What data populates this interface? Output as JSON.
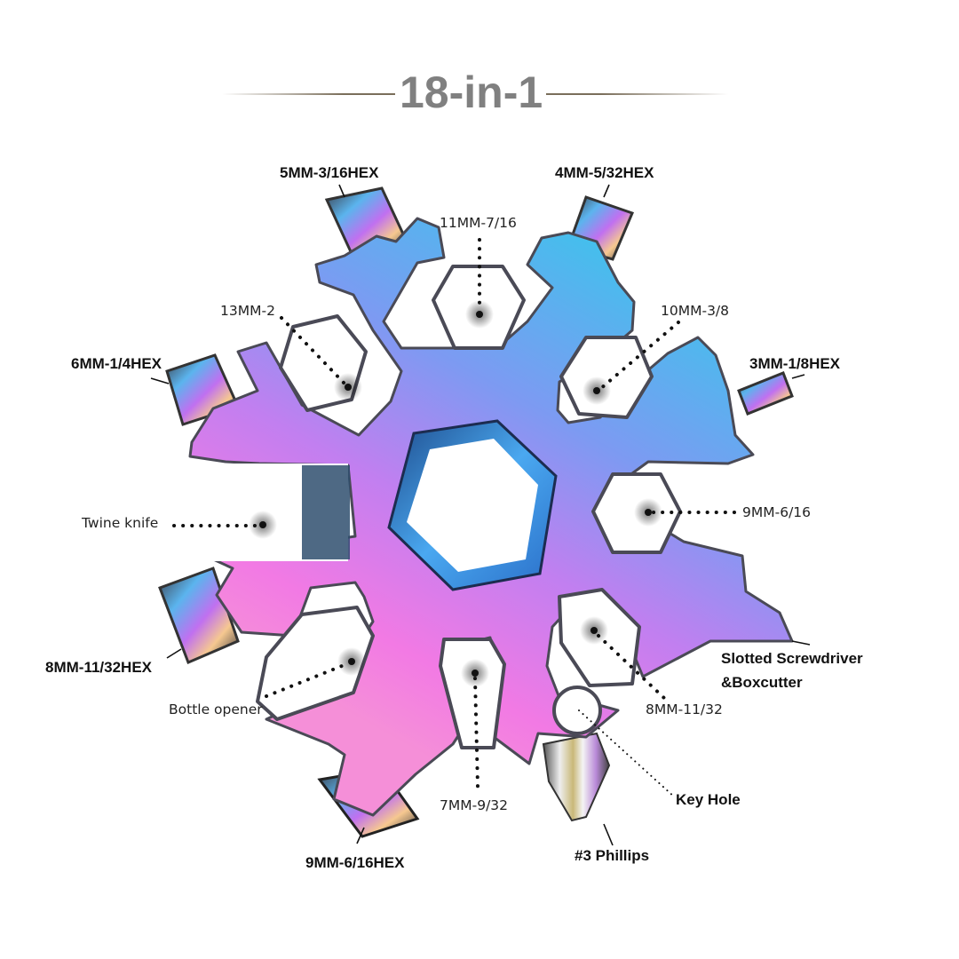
{
  "header": {
    "title": "18-in-1"
  },
  "product": {
    "name": "snowflake multi-tool",
    "colors": {
      "blue": "#3fb6ec",
      "purple": "#a77cf0",
      "pink": "#f07ae6",
      "edge": "#4a4a56",
      "background": "#ffffff",
      "title_gray": "#808080"
    }
  },
  "callouts": {
    "hex_5mm": "5MM-3/16HEX",
    "hex_4mm": "4MM-5/32HEX",
    "wrench_11mm": "11MM-7/16",
    "wrench_13mm": "13MM-2",
    "wrench_10mm": "10MM-3/8",
    "hex_6mm": "6MM-1/4HEX",
    "hex_3mm": "3MM-1/8HEX",
    "twine_knife": "Twine knife",
    "wrench_9mm": "9MM-6/16",
    "hex_8mm": "8MM-11/32HEX",
    "slotted_line1": "Slotted Screwdriver",
    "slotted_line2": "&Boxcutter",
    "bottle_opener": "Bottle opener",
    "wrench_8mm": "8MM-11/32",
    "wrench_7mm": "7MM-9/32",
    "key_hole": "Key Hole",
    "hex_9mm": "9MM-6/16HEX",
    "phillips": "#3 Phillips"
  }
}
